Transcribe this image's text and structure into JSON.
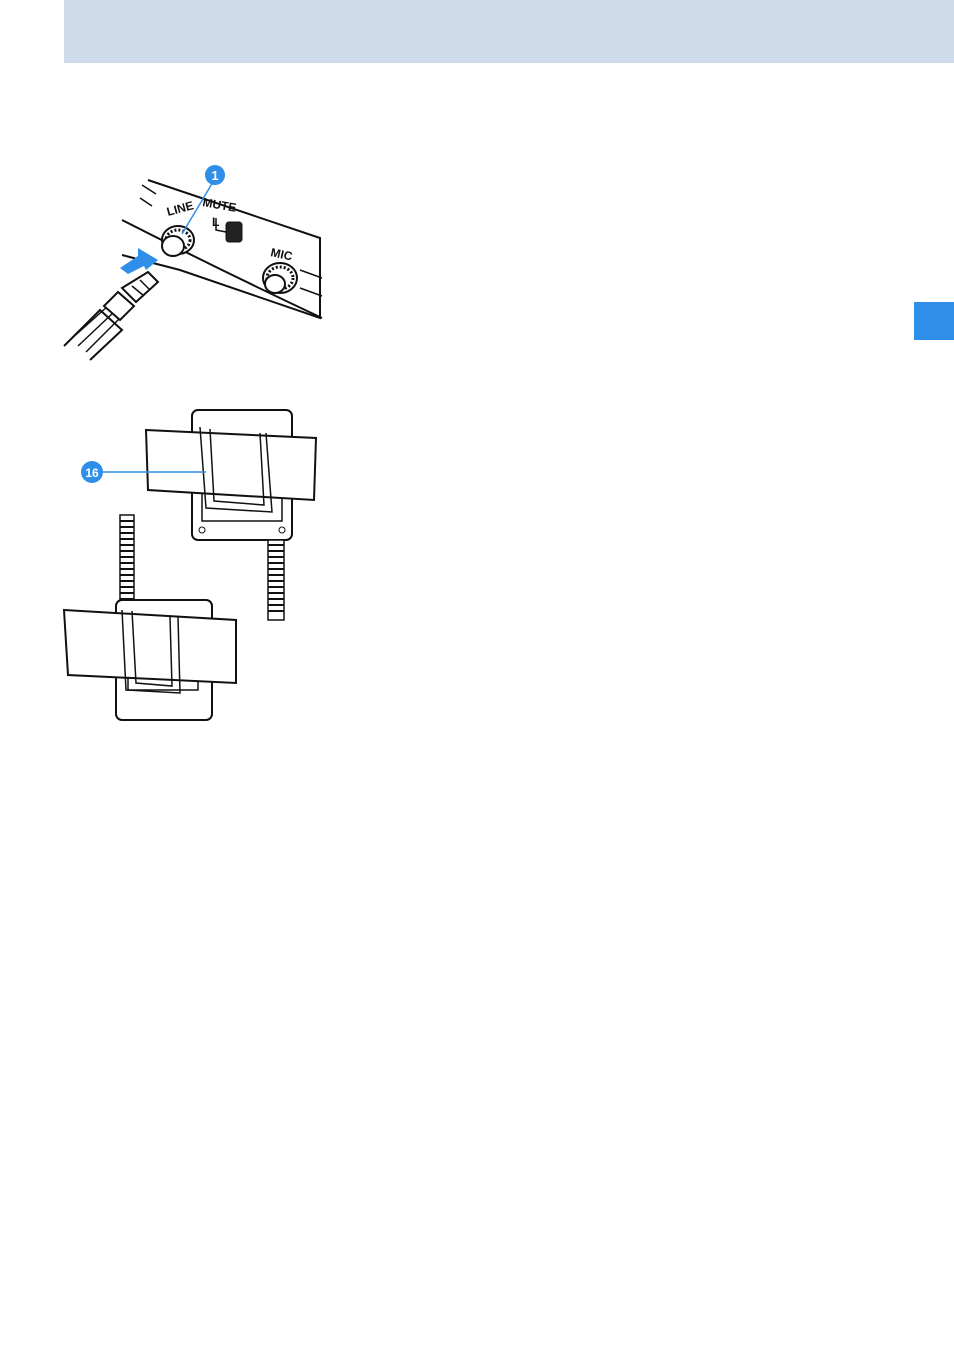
{
  "colors": {
    "header_band": "#cfdbe8",
    "accent_tab": "#2f8fe8",
    "callout": "#2f8fe8"
  },
  "figure_connector": {
    "callout": "1",
    "labels": {
      "line": "LINE",
      "mute": "MUTE",
      "mic": "MIC",
      "switch_mark": "L"
    }
  },
  "figure_clip": {
    "callout": "16"
  }
}
